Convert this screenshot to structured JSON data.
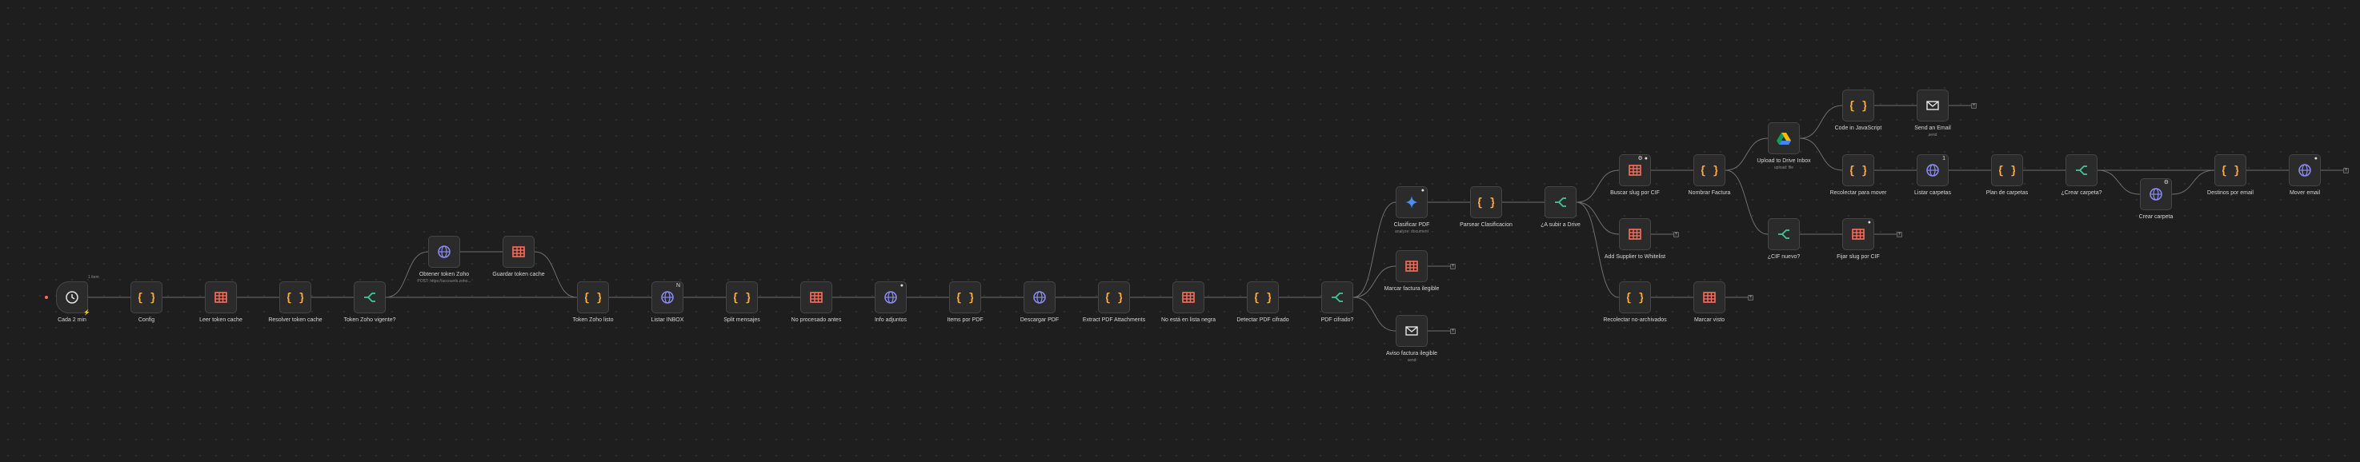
{
  "canvas": {
    "background": "#1e1e1e",
    "edge_color": "#6f6f6f"
  },
  "colors": {
    "code": "#ffab40",
    "table": "#ff6d5a",
    "http": "#8b8cf5",
    "if": "#3fc79a",
    "mail": "#e6e6e6"
  },
  "edge_label": "1 item",
  "nodes": [
    {
      "id": "n1",
      "label": "Cada 2 min",
      "icon": "clock-icon",
      "trigger": true
    },
    {
      "id": "n2",
      "label": "Config",
      "icon": "code-icon"
    },
    {
      "id": "n3",
      "label": "Leer token cache",
      "icon": "table-icon"
    },
    {
      "id": "n4",
      "label": "Resolver token cache",
      "icon": "code-icon"
    },
    {
      "id": "n5",
      "label": "Token Zoho vigente?",
      "icon": "if-icon"
    },
    {
      "id": "n6",
      "label": "Obtener token Zoho",
      "icon": "globe-icon",
      "sub": "POST: https://accounts.zoho..."
    },
    {
      "id": "n7",
      "label": "Guardar token cache",
      "icon": "table-icon"
    },
    {
      "id": "n8",
      "label": "Token Zoho listo",
      "icon": "code-icon"
    },
    {
      "id": "n9",
      "label": "Listar INBOX",
      "icon": "globe-icon",
      "badge": "N"
    },
    {
      "id": "n10",
      "label": "Split mensajes",
      "icon": "code-icon"
    },
    {
      "id": "n11",
      "label": "No procesado antes",
      "icon": "table-icon"
    },
    {
      "id": "n12",
      "label": "Info adjuntos",
      "icon": "globe-icon",
      "badge": "●"
    },
    {
      "id": "n13",
      "label": "Items por PDF",
      "icon": "code-icon"
    },
    {
      "id": "n14",
      "label": "Descargar PDF",
      "icon": "globe-icon"
    },
    {
      "id": "n15",
      "label": "Extract PDF Attachments",
      "icon": "code-icon"
    },
    {
      "id": "n16",
      "label": "No está en lista negra",
      "icon": "table-icon"
    },
    {
      "id": "n17",
      "label": "Detectar PDF cifrado",
      "icon": "code-icon"
    },
    {
      "id": "n18",
      "label": "PDF cifrado?",
      "icon": "if-icon"
    },
    {
      "id": "n19",
      "label": "Clasificar PDF",
      "icon": "gemini-icon",
      "sub": "analyze: document",
      "badge": "●"
    },
    {
      "id": "n20",
      "label": "Marcar factura ilegible",
      "icon": "table-icon"
    },
    {
      "id": "n21",
      "label": "Aviso factura ilegible",
      "icon": "mail-icon",
      "sub": "send"
    },
    {
      "id": "n22",
      "label": "Parsear Clasificacion",
      "icon": "code-icon"
    },
    {
      "id": "n23",
      "label": "¿A subir a Drive",
      "icon": "if-icon"
    },
    {
      "id": "n24",
      "label": "Buscar slug por CIF",
      "icon": "table-icon",
      "badge": "⚙ ●"
    },
    {
      "id": "n25",
      "label": "Add Supplier to Whitelist",
      "icon": "table-icon"
    },
    {
      "id": "n26",
      "label": "Recolectar no-archivados",
      "icon": "code-icon"
    },
    {
      "id": "n27",
      "label": "Marcar visto",
      "icon": "table-icon"
    },
    {
      "id": "n28",
      "label": "Nombrar Factura",
      "icon": "code-icon"
    },
    {
      "id": "n29",
      "label": "Upload to Drive Inbox",
      "icon": "drive-icon",
      "sub": "upload: file"
    },
    {
      "id": "n30",
      "label": "¿CIF nuevo?",
      "icon": "if-icon"
    },
    {
      "id": "n31",
      "label": "Fijar slug por CIF",
      "icon": "table-icon",
      "badge": "●"
    },
    {
      "id": "n32",
      "label": "Code in JavaScript",
      "icon": "code-icon"
    },
    {
      "id": "n33",
      "label": "Send an Email",
      "icon": "mail-icon",
      "sub": "send"
    },
    {
      "id": "n34",
      "label": "Recolectar para mover",
      "icon": "code-icon"
    },
    {
      "id": "n35",
      "label": "Listar carpetas",
      "icon": "globe-icon",
      "badge": "1"
    },
    {
      "id": "n36",
      "label": "Plan de carpetas",
      "icon": "code-icon"
    },
    {
      "id": "n37",
      "label": "¿Crear carpeta?",
      "icon": "if-icon"
    },
    {
      "id": "n38",
      "label": "Crear carpeta",
      "icon": "globe-icon",
      "badge": "⚙"
    },
    {
      "id": "n39",
      "label": "Destinos por email",
      "icon": "code-icon"
    },
    {
      "id": "n40",
      "label": "Mover email",
      "icon": "globe-icon",
      "badge": "●"
    }
  ]
}
